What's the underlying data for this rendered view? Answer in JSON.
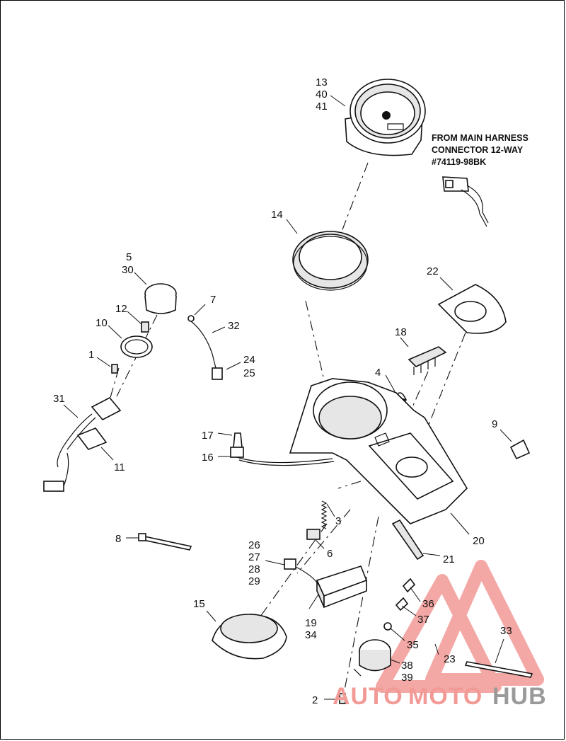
{
  "note": {
    "line1": "FROM MAIN HARNESS",
    "line2": "CONNECTOR 12-WAY",
    "line3": "#74119-98BK"
  },
  "labels": {
    "l13": "13",
    "l40": "40",
    "l41": "41",
    "l14": "14",
    "l5": "5",
    "l30": "30",
    "l7": "7",
    "l32": "32",
    "l12": "12",
    "l10": "10",
    "l24": "24",
    "l25": "25",
    "l1": "1",
    "l31": "31",
    "l11": "11",
    "l22": "22",
    "l18": "18",
    "l4": "4",
    "l9": "9",
    "l17": "17",
    "l16": "16",
    "l3": "3",
    "l6": "6",
    "l20": "20",
    "l21": "21",
    "l8": "8",
    "l26": "26",
    "l27": "27",
    "l28": "28",
    "l29": "29",
    "l19": "19",
    "l34": "34",
    "l15": "15",
    "l36": "36",
    "l37": "37",
    "l35": "35",
    "l23": "23",
    "l38": "38",
    "l39": "39",
    "l33": "33",
    "l2": "2"
  },
  "watermark": {
    "part1": "AUTO",
    "part2": "MOTO",
    "part3": "HUB",
    "color_primary": "#f29a96",
    "color_secondary": "#9a9a9a"
  }
}
